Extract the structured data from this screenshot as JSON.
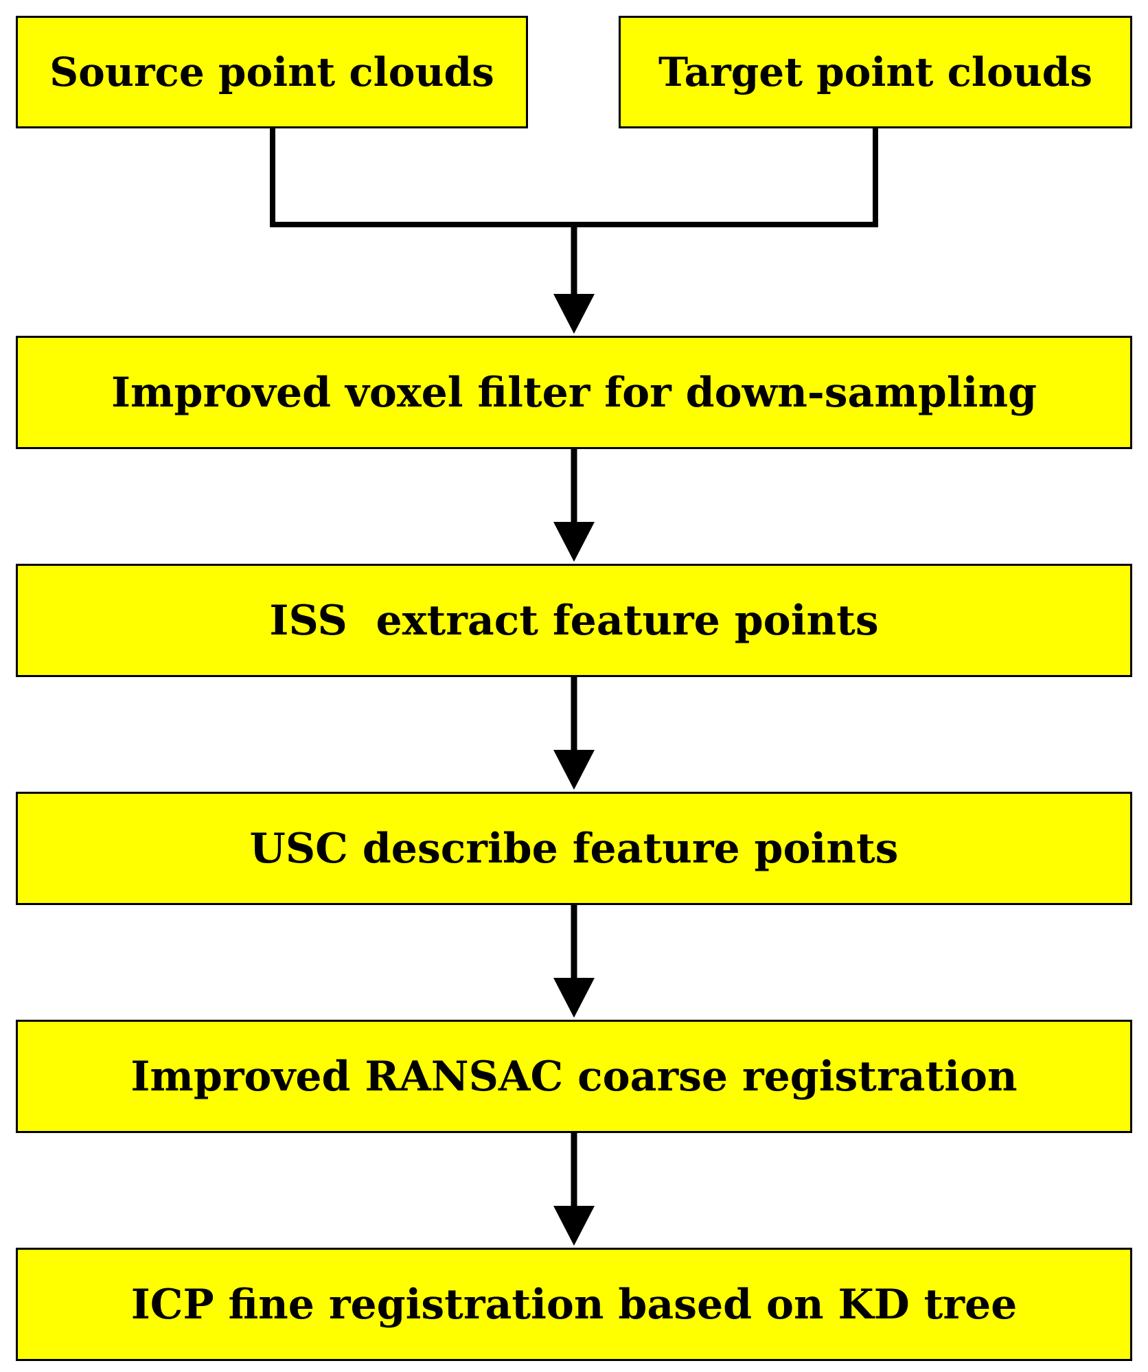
{
  "diagram": {
    "colors": {
      "box_fill": "#ffff00",
      "border": "#000000",
      "text": "#000000",
      "background": "#ffffff"
    },
    "inputs": {
      "source": "Source point clouds",
      "target": "Target point clouds"
    },
    "steps": [
      "Improved voxel filter for down-sampling",
      "ISS  extract feature points",
      "USC describe feature points",
      "Improved RANSAC coarse registration",
      "ICP fine registration based on KD tree"
    ]
  }
}
